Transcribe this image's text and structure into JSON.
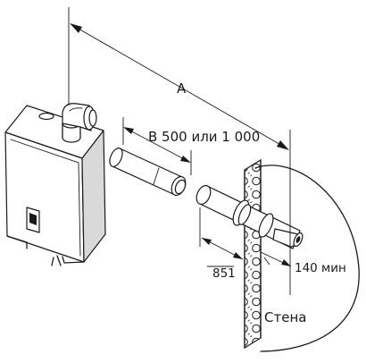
{
  "labels": {
    "a": "A",
    "b": "B 500 или 1 000",
    "left_dim": "851",
    "right_dim": "140 мин",
    "wall": "Стена"
  }
}
